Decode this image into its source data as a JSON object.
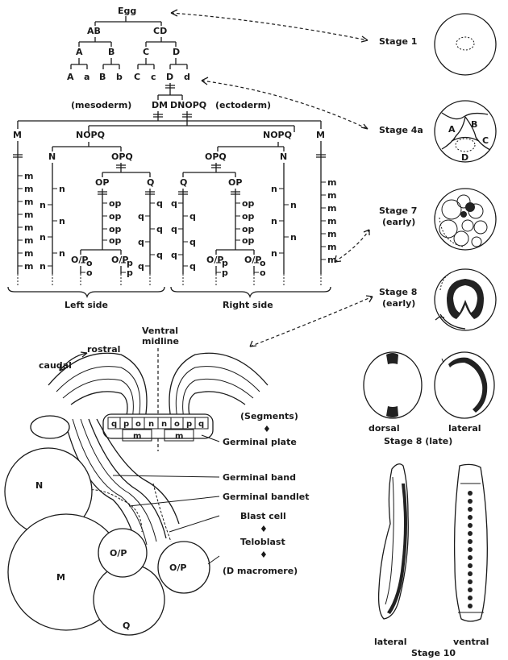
{
  "lineage": {
    "egg": "Egg",
    "ab": "AB",
    "cd": "CD",
    "a_cap": "A",
    "b_cap": "B",
    "c_cap": "C",
    "d_cap": "D",
    "a_low": "a",
    "b_low": "b",
    "c_low": "c",
    "d_low": "d",
    "d_cap2": "D",
    "mesoderm": "(mesoderm)",
    "dm": "DM",
    "dnopq": "DNOPQ",
    "ectoderm": "(ectoderm)",
    "m": "M",
    "nopq": "NOPQ",
    "n": "N",
    "opq": "OPQ",
    "op": "OP",
    "q": "Q",
    "o_p": "O/P",
    "m_low": "m",
    "n_low": "n",
    "q_low": "q",
    "op_low": "op",
    "o_low": "o",
    "p_low": "p",
    "left_side": "Left side",
    "right_side": "Right side"
  },
  "stages": {
    "s1": "Stage 1",
    "s4a": "Stage 4a",
    "s7": "Stage 7",
    "s7_note": "(early)",
    "s8": "Stage 8",
    "s8_note": "(early)",
    "s8late": "Stage 8  (late)",
    "dorsal": "dorsal",
    "lateral": "lateral",
    "s10": "Stage 10",
    "lateral10": "lateral",
    "ventral10": "ventral",
    "s4a_a": "A",
    "s4a_b": "B",
    "s4a_c": "C",
    "s4a_d": "D"
  },
  "germinal": {
    "ventral_midline": "Ventral midline",
    "rostral": "rostral",
    "caudal": "caudal",
    "plate_letters": [
      "q",
      "p",
      "o",
      "n",
      "n",
      "o",
      "p",
      "q"
    ],
    "plate_m": "m",
    "segments": "(Segments)",
    "germinal_plate": "Germinal plate",
    "germinal_band": "Germinal band",
    "germinal_bandlet": "Germinal bandlet",
    "blast_cell": "Blast cell",
    "teloblast": "Teloblast",
    "d_macromere": "(D macromere)",
    "cell_n": "N",
    "cell_m": "M",
    "cell_op1": "O/P",
    "cell_op2": "O/P",
    "cell_q": "Q",
    "arrow": "♦"
  }
}
